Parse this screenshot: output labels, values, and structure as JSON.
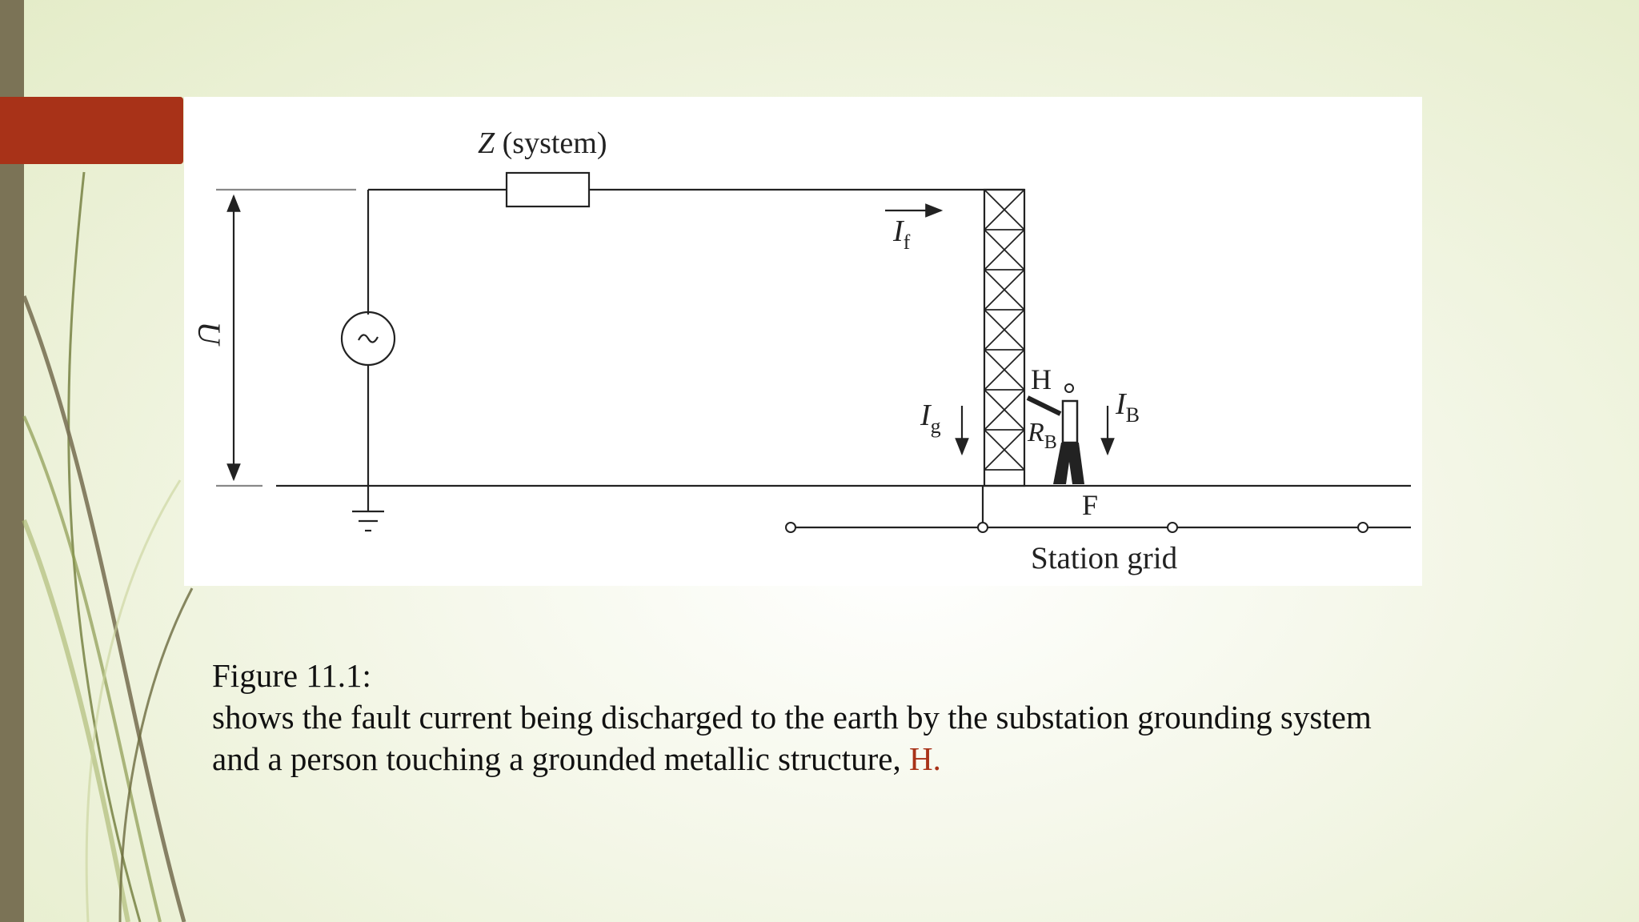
{
  "diagram": {
    "label_z": "Z",
    "label_system": " (system)",
    "label_u": "U",
    "label_if": "I",
    "label_if_sub": "f",
    "label_ig": "I",
    "label_ig_sub": "g",
    "label_ib": "I",
    "label_ib_sub": "B",
    "label_rb": "R",
    "label_rb_sub": "B",
    "label_h": "H",
    "label_f": "F",
    "label_station_grid": "Station grid"
  },
  "caption": {
    "title": "Figure 11.1:",
    "line1": "shows the fault current being discharged to the earth by the substation grounding system",
    "line2": "and a person touching a grounded metallic structure, ",
    "highlight": "H."
  },
  "colors": {
    "accent": "#a83218",
    "left_bar": "#7b7356",
    "background": "#eef2dc"
  }
}
